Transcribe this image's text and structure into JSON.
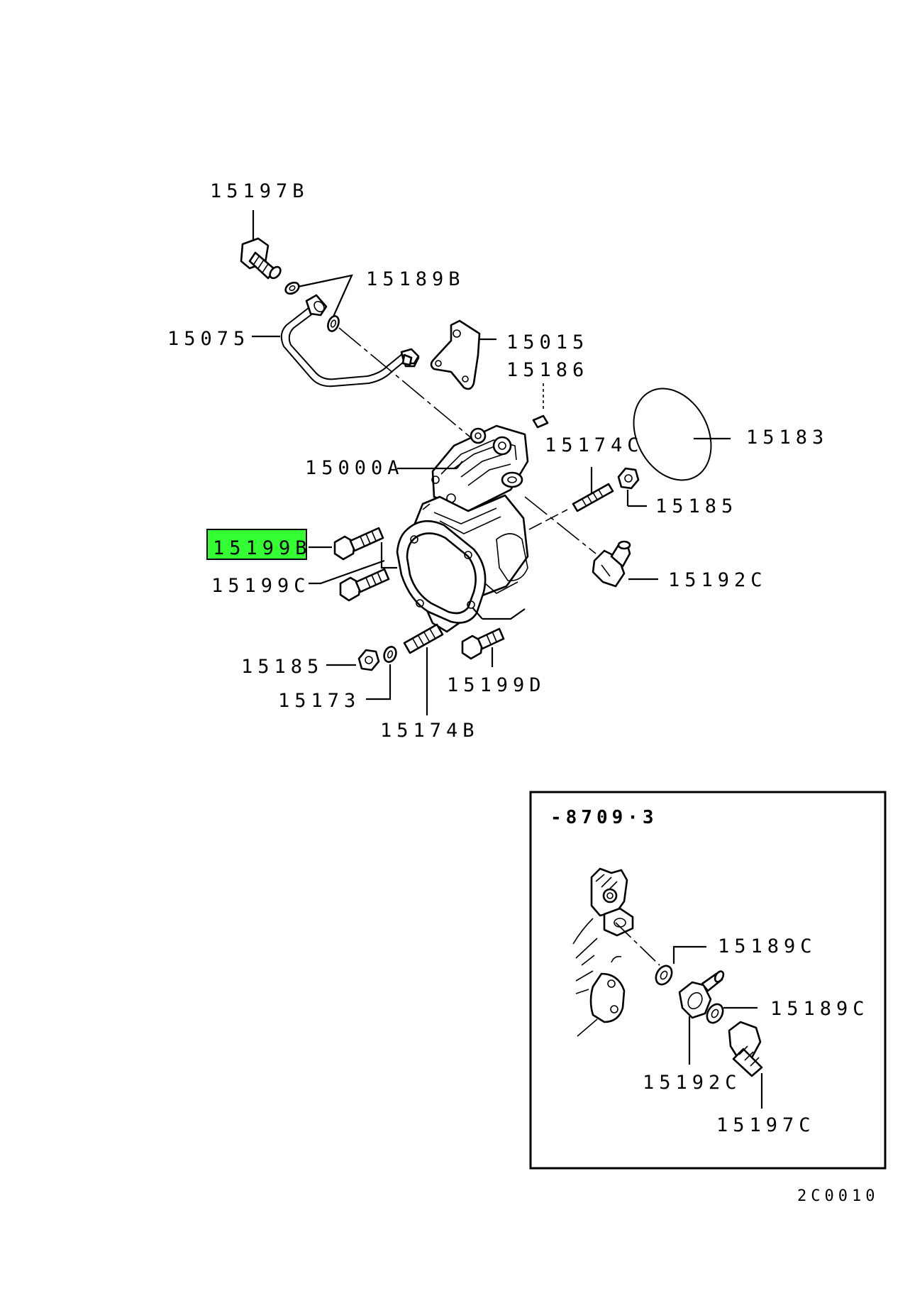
{
  "labels": {
    "l15197B": "15197B",
    "l15189B": "15189B",
    "l15075": "15075",
    "l15015": "15015",
    "l15186": "15186",
    "l15183": "15183",
    "l15174C": "15174C",
    "l15000A": "15000A",
    "l15185a": "15185",
    "l15199B": "15199B",
    "l15199C": "15199C",
    "l15192C": "15192C",
    "l15185b": "15185",
    "l15173": "15173",
    "l15174B": "15174B",
    "l15199D": "15199D"
  },
  "inset": {
    "title": "-8709·3",
    "l15189C_1": "15189C",
    "l15189C_2": "15189C",
    "l15192C": "15192C",
    "l15197C": "15197C"
  },
  "footer_code": "2C0010",
  "highlight_color": "#33ff33"
}
